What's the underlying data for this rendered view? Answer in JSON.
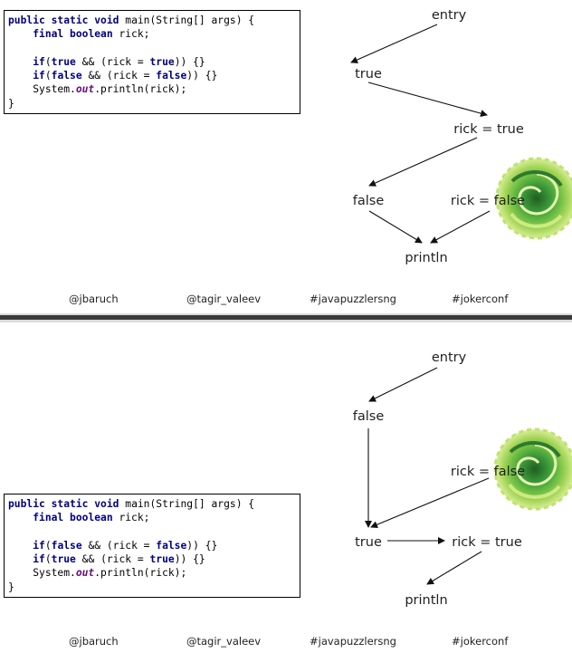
{
  "code_keywords": {
    "public": "public",
    "static": "static",
    "void": "void",
    "final": "final",
    "boolean": "boolean",
    "if": "if",
    "true": "true",
    "false": "false",
    "out": "out"
  },
  "slides": [
    {
      "code": {
        "l1_name": " main(String[] args) {",
        "l2_rest": " rick;",
        "l4_a": "(",
        "l4_b": " && (rick = ",
        "l4_c": ")) {}",
        "l5_a": "(",
        "l5_b": " && (rick = ",
        "l5_c": ")) {}",
        "l6_a": "System.",
        "l6_b": ".println(rick);",
        "l7": "}"
      },
      "graph": {
        "entry": "entry",
        "true_node": "true",
        "rick_true": "rick = true",
        "false_node": "false",
        "rick_false": "rick = false",
        "println": "println"
      }
    },
    {
      "code": {
        "l1_name": " main(String[] args) {",
        "l2_rest": " rick;",
        "l4_a": "(",
        "l4_b": " && (rick = ",
        "l4_c": ")) {}",
        "l5_a": "(",
        "l5_b": " && (rick = ",
        "l5_c": ")) {}",
        "l6_a": "System.",
        "l6_b": ".println(rick);",
        "l7": "}"
      },
      "graph": {
        "entry": "entry",
        "false_node": "false",
        "rick_false": "rick = false",
        "true_node": "true",
        "rick_true": "rick = true",
        "println": "println"
      }
    }
  ],
  "footer": {
    "handle1": "@jbaruch",
    "handle2": "@tagir_valeev",
    "tag1": "#javapuzzlersng",
    "tag2": "#jokerconf"
  },
  "colors": {
    "keyword": "#000080",
    "field": "#660e7a",
    "portal_dark": "#2f7d32",
    "portal_light": "#b4dd5a"
  }
}
